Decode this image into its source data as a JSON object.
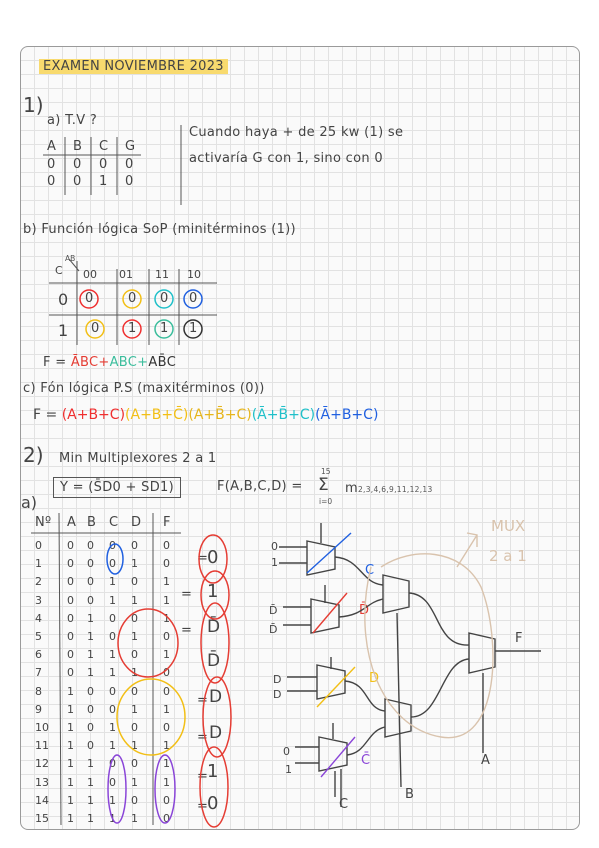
{
  "title": "EXAMEN NOVIEMBRE 2023",
  "colors": {
    "highlight": "#f8da6e",
    "pen": "#444444",
    "red": "#e53d34",
    "yellow": "#f2bf16",
    "teal": "#3bbd9c",
    "blue": "#2060e0",
    "purple": "#8a45d8",
    "tan": "#d9c3ad"
  },
  "q1": {
    "number": "1)",
    "a_label": "a) T.V ?",
    "table_headers": [
      "A",
      "B",
      "C",
      "G"
    ],
    "table_rows": [
      [
        "0",
        "0",
        "0",
        "0"
      ],
      [
        "0",
        "0",
        "1",
        "0"
      ]
    ],
    "note_line1": "Cuando haya + de 25 kw (1) se",
    "note_line2": "activaría G con 1, sino con 0",
    "b_label": "b) Función lógica SoP (minitérminos (1))",
    "kmap_corner": "AB",
    "kmap_c": "C",
    "kmap_cols": [
      "00",
      "01",
      "11",
      "10"
    ],
    "kmap_rows": [
      {
        "label": "0",
        "cells": [
          "0",
          "0",
          "0",
          "0"
        ]
      },
      {
        "label": "1",
        "cells": [
          "0",
          "1",
          "1",
          "1"
        ]
      }
    ],
    "f_prefix": "F =",
    "sop_terms": [
      "ĀBC",
      "+",
      "ABC",
      "+",
      "AB̄C"
    ],
    "c_label": "c) Fón lógica P.S (maxitérminos (0))",
    "pos_prefix": "F =",
    "pos_terms": [
      "(A+B+C)",
      "(A+B+C̄)",
      "(A+B̄+C)",
      "(Ā+B̄+C)",
      "(Ā+B+C)"
    ]
  },
  "q2": {
    "number": "2)",
    "title": "Min Multiplexores 2 a 1",
    "a_label": "a)",
    "boxed": "Y = (S̄D0 + SD1)",
    "func": "F(A,B,C,D) =",
    "sum_top": "15",
    "sum_bottom": "i=0",
    "sum_sym": "Σ",
    "minterms_m": "m",
    "minterms_sub": "2,3,4,6,9,11,12,13",
    "table_headers": [
      "Nº",
      "A",
      "B",
      "C",
      "D",
      "F"
    ],
    "rows": [
      [
        "0",
        "0",
        "0",
        "0",
        "0"
      ],
      [
        "1",
        "0",
        "0",
        "0",
        "1"
      ],
      [
        "2",
        "0",
        "0",
        "1",
        "0"
      ],
      [
        "3",
        "0",
        "0",
        "1",
        "1"
      ],
      [
        "4",
        "0",
        "1",
        "0",
        "0"
      ],
      [
        "5",
        "0",
        "1",
        "0",
        "1"
      ],
      [
        "6",
        "0",
        "1",
        "1",
        "0"
      ],
      [
        "7",
        "0",
        "1",
        "1",
        "1"
      ],
      [
        "8",
        "1",
        "0",
        "0",
        "0"
      ],
      [
        "9",
        "1",
        "0",
        "0",
        "1"
      ],
      [
        "10",
        "1",
        "0",
        "1",
        "0"
      ],
      [
        "11",
        "1",
        "0",
        "1",
        "1"
      ],
      [
        "12",
        "1",
        "1",
        "0",
        "0"
      ],
      [
        "13",
        "1",
        "1",
        "0",
        "1"
      ],
      [
        "14",
        "1",
        "1",
        "1",
        "0"
      ],
      [
        "15",
        "1",
        "1",
        "1",
        "1"
      ]
    ],
    "f_col": [
      "0",
      "0",
      "1",
      "1",
      "1",
      "0",
      "1",
      "0",
      "0",
      "1",
      "0",
      "1",
      "1",
      "1",
      "0",
      "0"
    ],
    "group_results": [
      "0",
      "1",
      "D̄",
      "D̄",
      "D",
      "D",
      "1",
      "0"
    ],
    "eq": "=",
    "mux_note_line1": "MUX",
    "mux_note_line2": "2 a 1",
    "inputs": [
      [
        "0",
        "1"
      ],
      [
        "D̄",
        "D̄"
      ],
      [
        "D",
        "D"
      ],
      [
        "0",
        "1"
      ]
    ],
    "mux_labels": [
      "0",
      "1"
    ],
    "select_labels": {
      "c_top": "C",
      "d_bar": "D̄",
      "d": "D",
      "c_bar": "C̄",
      "c_bottom": "C",
      "b": "B",
      "a": "A",
      "f": "F"
    }
  }
}
